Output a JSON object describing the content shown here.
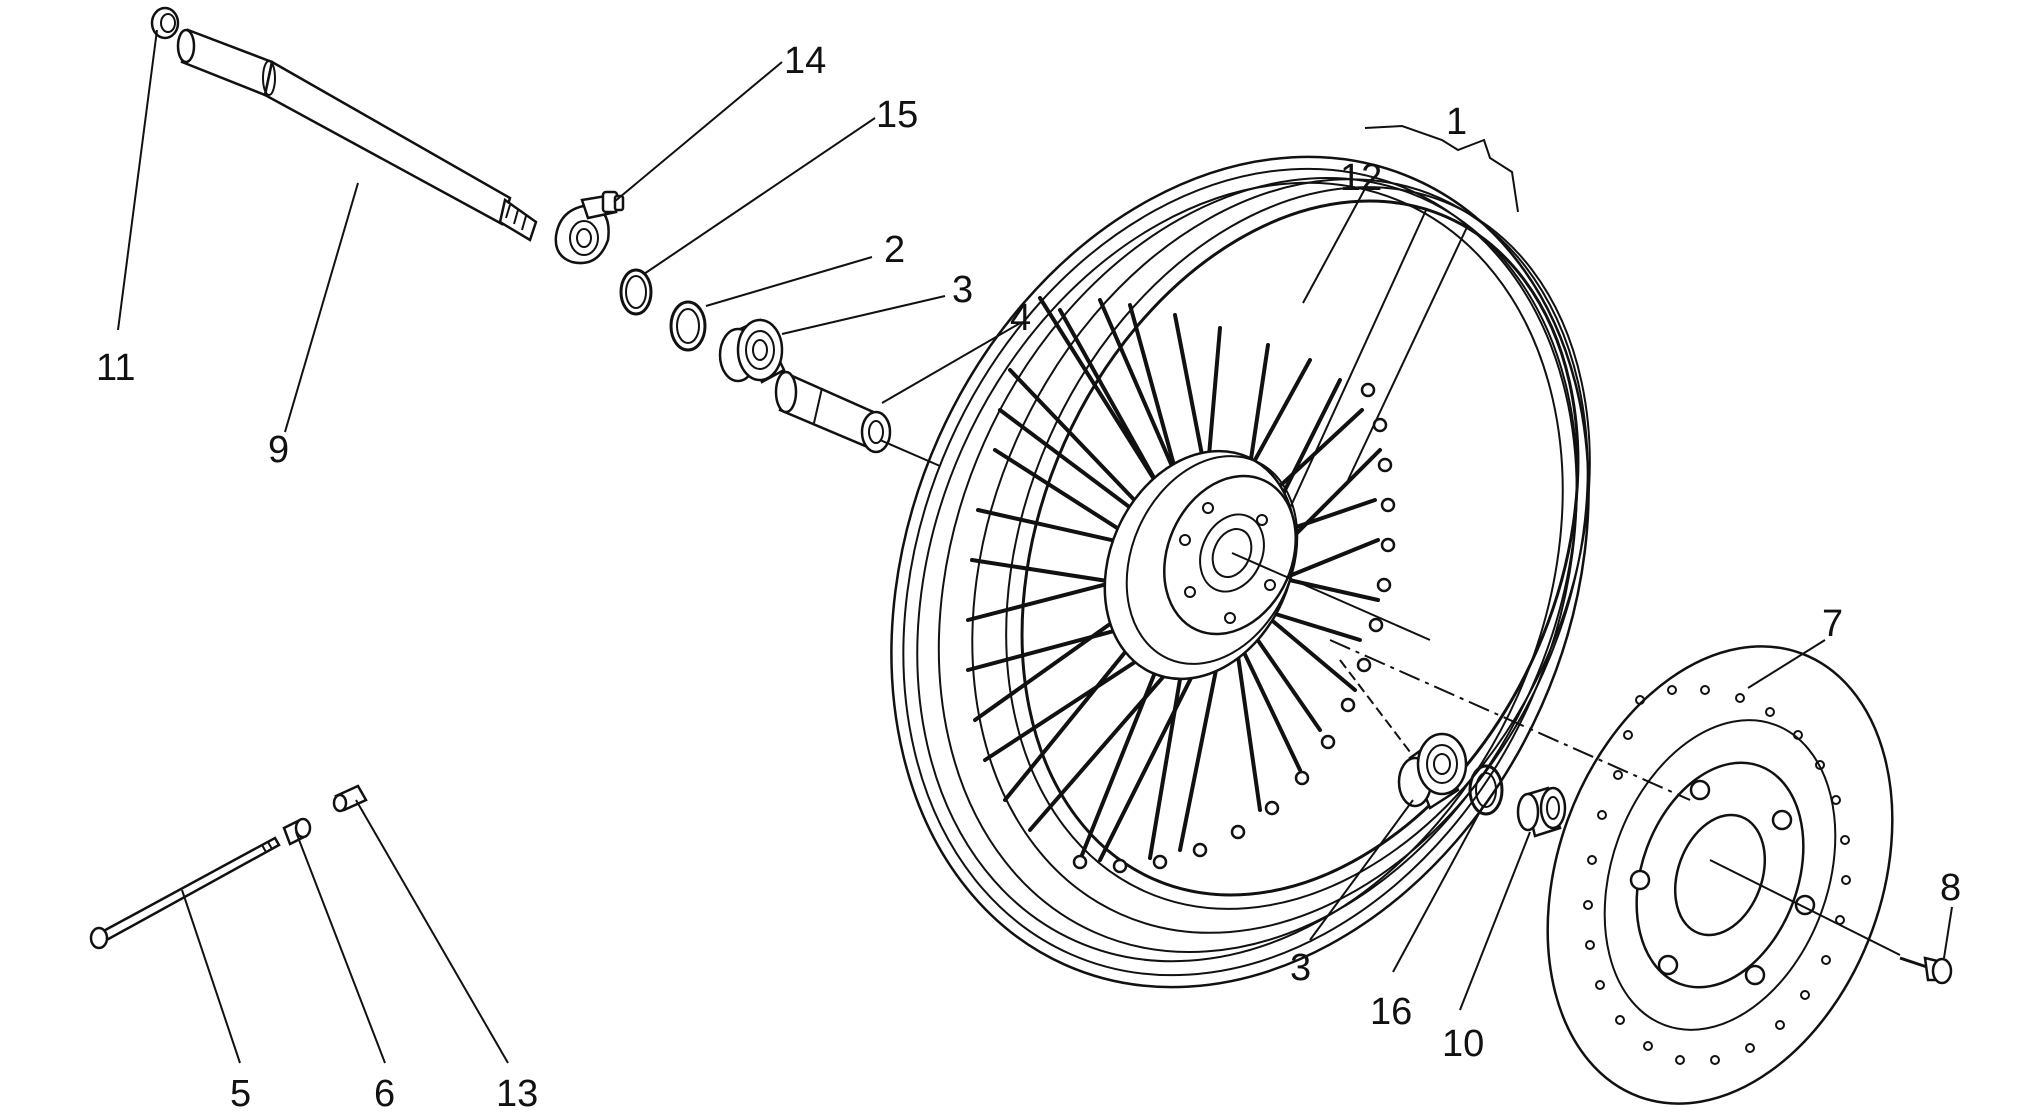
{
  "diagram": {
    "callouts": [
      {
        "id": "1",
        "text": "1"
      },
      {
        "id": "2",
        "text": "2"
      },
      {
        "id": "3a",
        "text": "3"
      },
      {
        "id": "3b",
        "text": "3"
      },
      {
        "id": "4",
        "text": "4"
      },
      {
        "id": "5",
        "text": "5"
      },
      {
        "id": "6",
        "text": "6"
      },
      {
        "id": "7",
        "text": "7"
      },
      {
        "id": "8",
        "text": "8"
      },
      {
        "id": "9",
        "text": "9"
      },
      {
        "id": "10",
        "text": "10"
      },
      {
        "id": "11",
        "text": "11"
      },
      {
        "id": "12",
        "text": "12"
      },
      {
        "id": "13",
        "text": "13"
      },
      {
        "id": "14",
        "text": "14"
      },
      {
        "id": "15",
        "text": "15"
      },
      {
        "id": "16",
        "text": "16"
      }
    ]
  }
}
